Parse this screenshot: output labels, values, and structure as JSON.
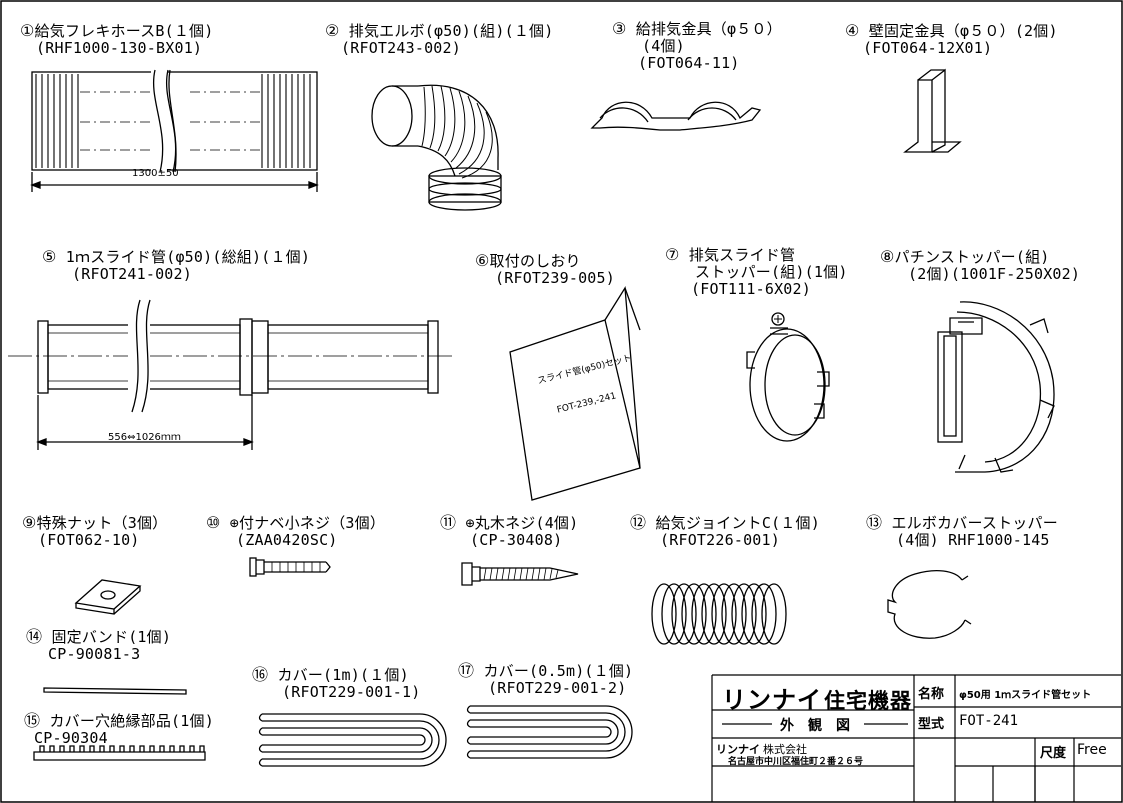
{
  "parts": [
    {
      "no": "①",
      "line1": "給気フレキホースB(１個)",
      "line2": "(RHF1000-130-BX01)"
    },
    {
      "no": "②",
      "line1": "排気エルボ(φ50)(組)(１個)",
      "line2": "(RFOT243-002)"
    },
    {
      "no": "③",
      "line1": "給排気金具（φ５０）",
      "line2": "(4個)",
      "line3": "(FOT064-11)"
    },
    {
      "no": "④",
      "line1": "壁固定金具（φ５０）(2個)",
      "line2": "(FOT064-12X01)"
    },
    {
      "no": "⑤",
      "line1": "1ｍスライド管(φ50)(総組)(１個)",
      "line2": "(RFOT241-002)"
    },
    {
      "no": "⑥",
      "line1": "取付のしおり",
      "line2": "(RFOT239-005)"
    },
    {
      "no": "⑦",
      "line1": "排気スライド管",
      "line2": "ストッパー(組)(1個)",
      "line3": "(FOT111-6X02)"
    },
    {
      "no": "⑧",
      "line1": "パチンストッパー(組)",
      "line2": "(2個)(1001F-250X02)"
    },
    {
      "no": "⑨",
      "line1": "特殊ナット（3個）",
      "line2": "(FOT062-10)"
    },
    {
      "no": "⑩",
      "line1": "⊕付ナベ小ネジ（3個）",
      "line2": "(ZAA0420SC)"
    },
    {
      "no": "⑪",
      "line1": "⊕丸木ネジ(4個)",
      "line2": "(CP-30408)"
    },
    {
      "no": "⑫",
      "line1": "給気ジョイントC(１個)",
      "line2": "(RFOT226-001)"
    },
    {
      "no": "⑬",
      "line1": "エルボカバーストッパー",
      "line2": "(4個) RHF1000-145"
    },
    {
      "no": "⑭",
      "line1": "固定バンド(1個)",
      "line2": "CP-90081-3"
    },
    {
      "no": "⑮",
      "line1": "カバー穴絶縁部品(1個)",
      "line2": "CP-90304"
    },
    {
      "no": "⑯",
      "line1": "カバー(1m)(１個)",
      "line2": "(RFOT229-001-1)"
    },
    {
      "no": "⑰",
      "line1": "カバー(0.5m)(１個)",
      "line2": "(RFOT229-001-2)"
    }
  ],
  "dimensions": {
    "hose_length": "1300±50",
    "slide_range": "556⇔1026ｍｍ"
  },
  "booklet": {
    "line1": "スライド管(φ50)セット",
    "line2": "FOT-239,-241"
  },
  "title_block": {
    "brand": "リンナイ",
    "brand_sub": "住宅機器",
    "drawing_type": "外　観　図",
    "company_brand": "リンナイ",
    "company_suffix": "株式会社",
    "address": "名古屋市中川区福住町２番２６号",
    "name_label": "名称",
    "name_value": "φ50用 1ｍスライド管セット",
    "model_label": "型式",
    "model_value": "FOT-241",
    "scale_label": "尺度",
    "scale_value": "Free"
  }
}
